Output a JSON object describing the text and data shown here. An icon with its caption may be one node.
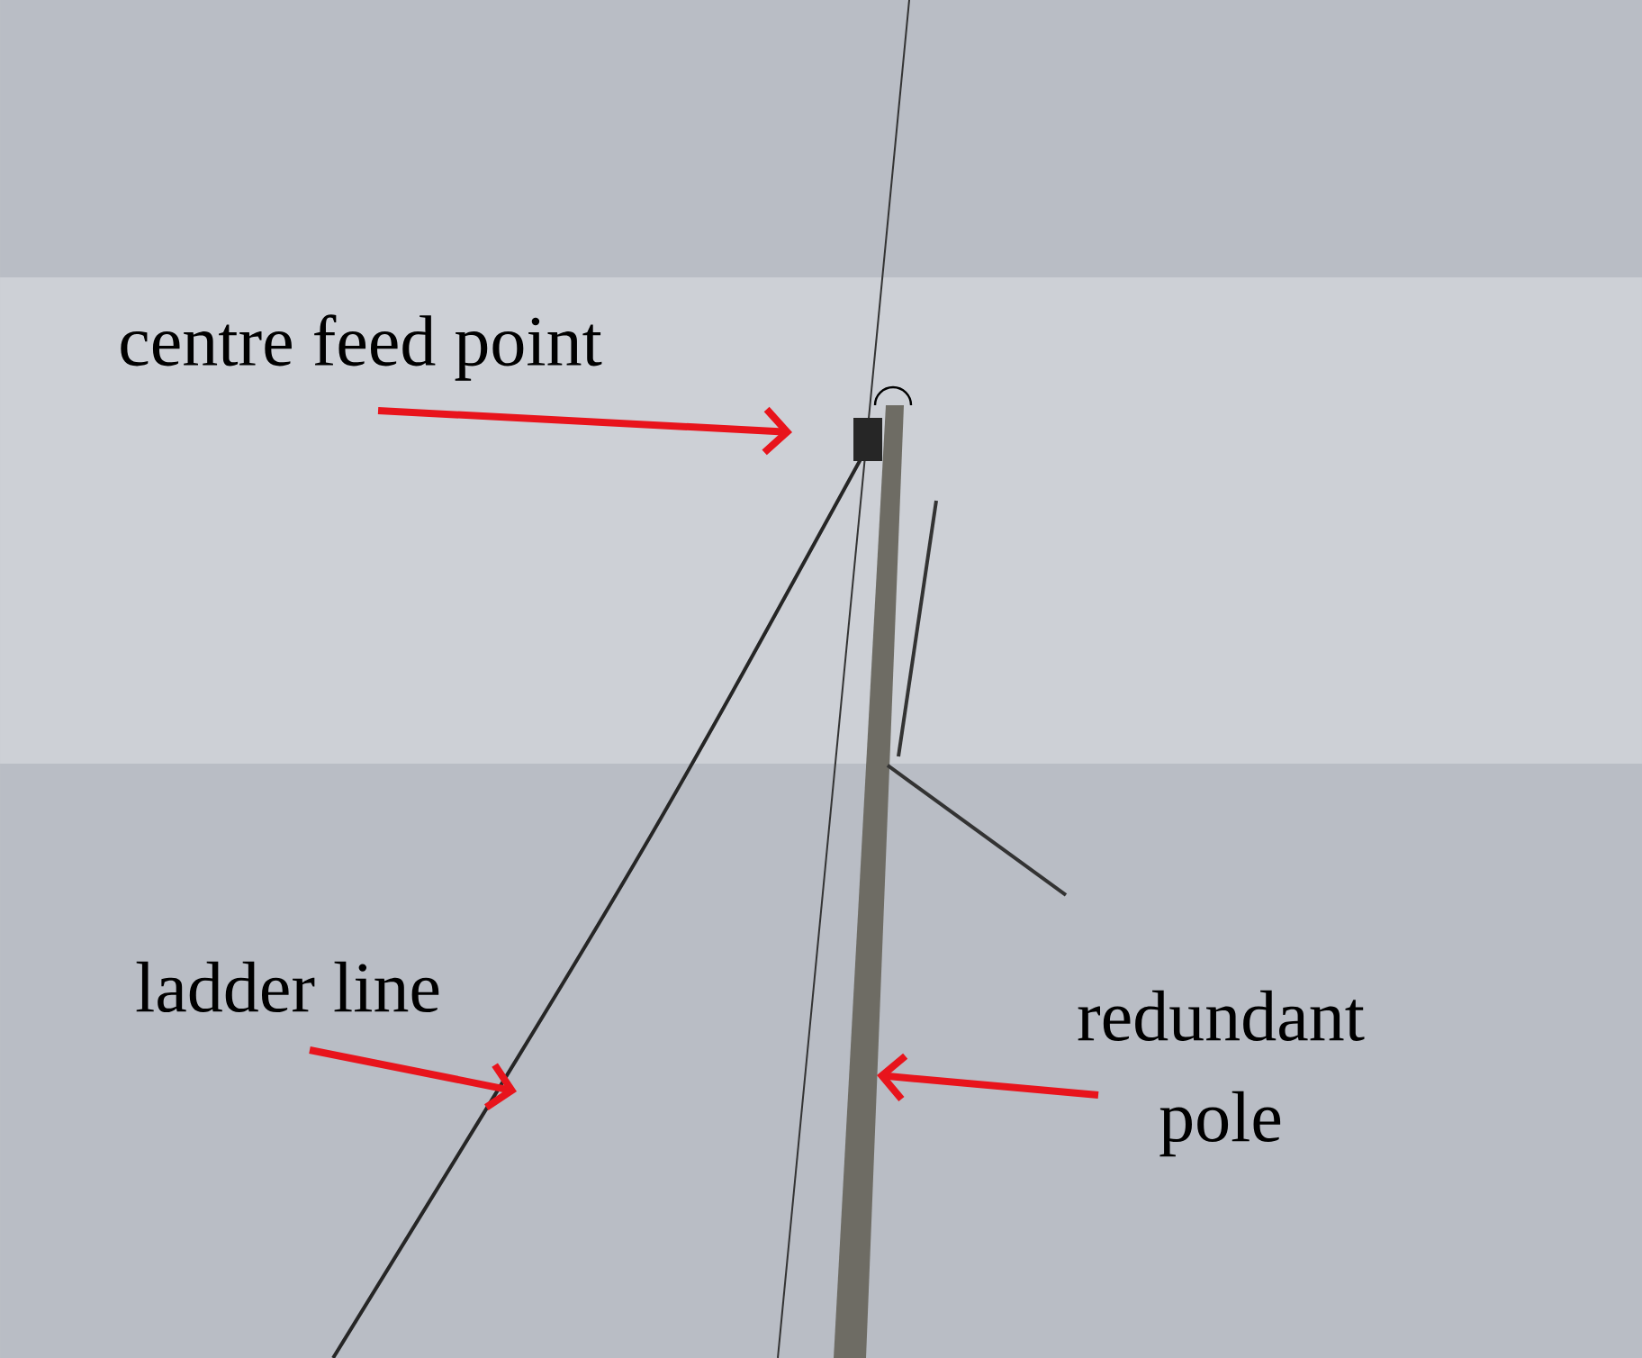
{
  "diagram": {
    "nodes": [
      {
        "text": [
          "centre feed point"
        ]
      },
      {
        "text": [
          "ladder line"
        ]
      },
      {
        "text": [
          "redundant pole"
        ]
      }
    ],
    "edges": [
      {
        "from": 0,
        "to": null,
        "arrow": "to"
      },
      {
        "from": 1,
        "to": null,
        "arrow": "to"
      },
      {
        "from": 2,
        "to": null,
        "arrow": "to"
      }
    ]
  }
}
